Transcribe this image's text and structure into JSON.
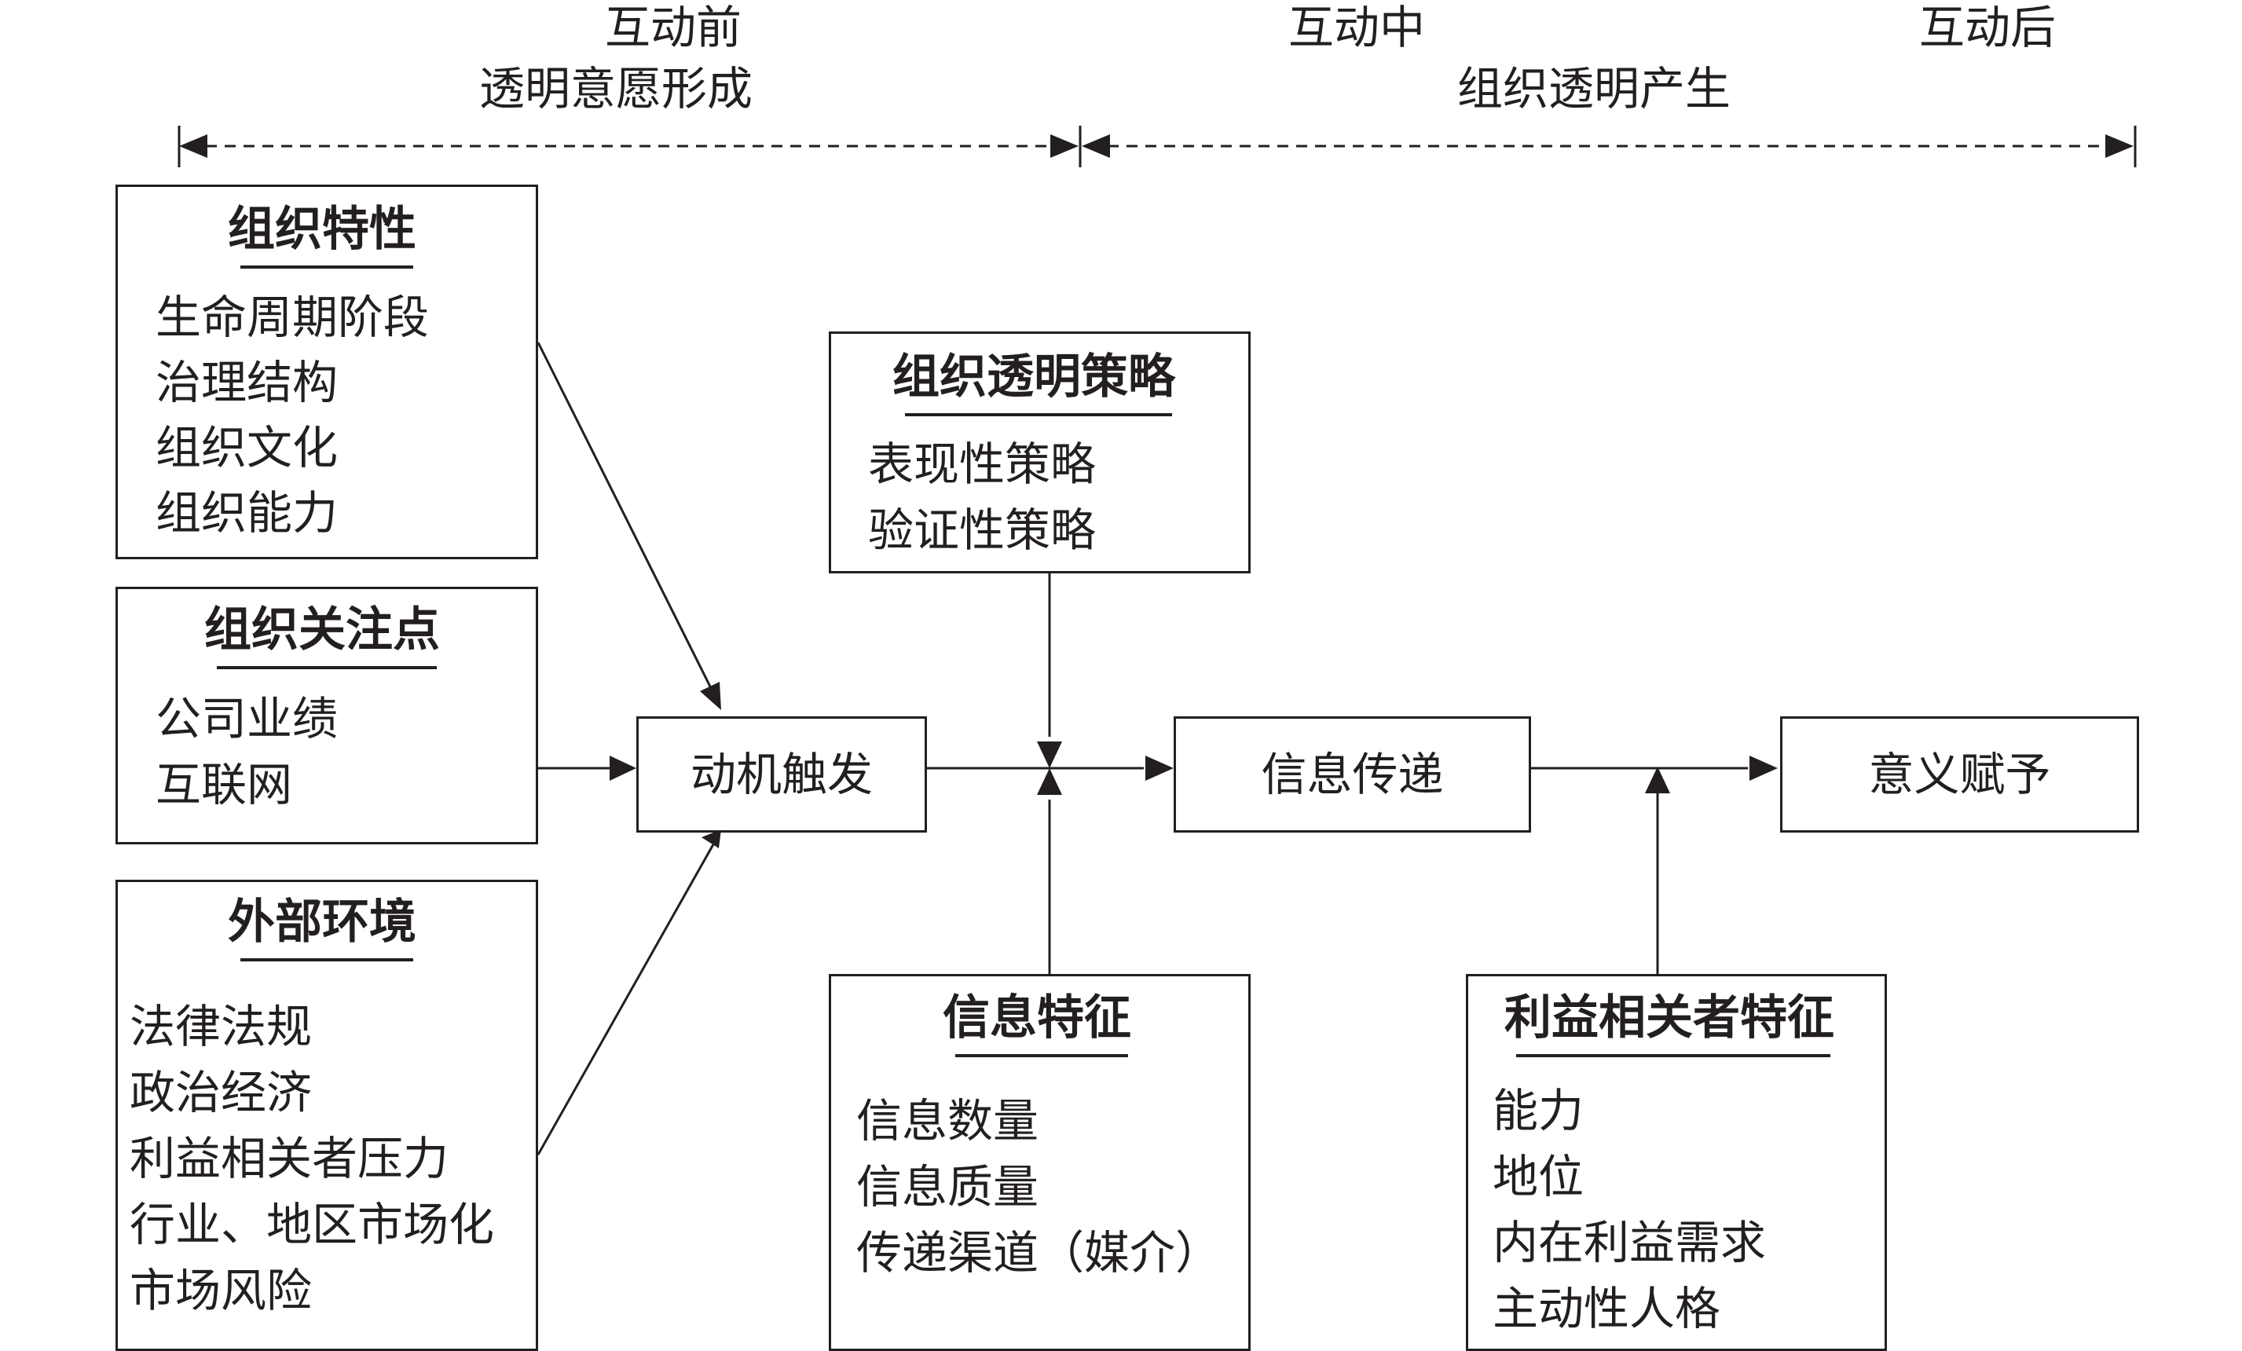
{
  "phases": {
    "before": "互动前",
    "during": "互动中",
    "after": "互动后",
    "before_sub": "透明意愿形成",
    "during_sub": "组织透明产生"
  },
  "org_traits": {
    "title": "组织特性",
    "items": [
      "生命周期阶段",
      "治理结构",
      "组织文化",
      "组织能力"
    ]
  },
  "org_focus": {
    "title": "组织关注点",
    "items": [
      "公司业绩",
      "互联网"
    ]
  },
  "external_env": {
    "title": "外部环境",
    "items": [
      "法律法规",
      "政治经济",
      "利益相关者压力",
      "行业、地区市场化",
      "市场风险"
    ]
  },
  "motive": {
    "label": "动机触发"
  },
  "strategy": {
    "title": "组织透明策略",
    "items": [
      "表现性策略",
      "验证性策略"
    ]
  },
  "info_transfer": {
    "label": "信息传递"
  },
  "meaning": {
    "label": "意义赋予"
  },
  "info_traits": {
    "title": "信息特征",
    "items": [
      "信息数量",
      "信息质量",
      "传递渠道（媒介）"
    ]
  },
  "stakeholder_traits": {
    "title": "利益相关者特征",
    "items": [
      "能力",
      "地位",
      "内在利益需求",
      "主动性人格"
    ]
  }
}
